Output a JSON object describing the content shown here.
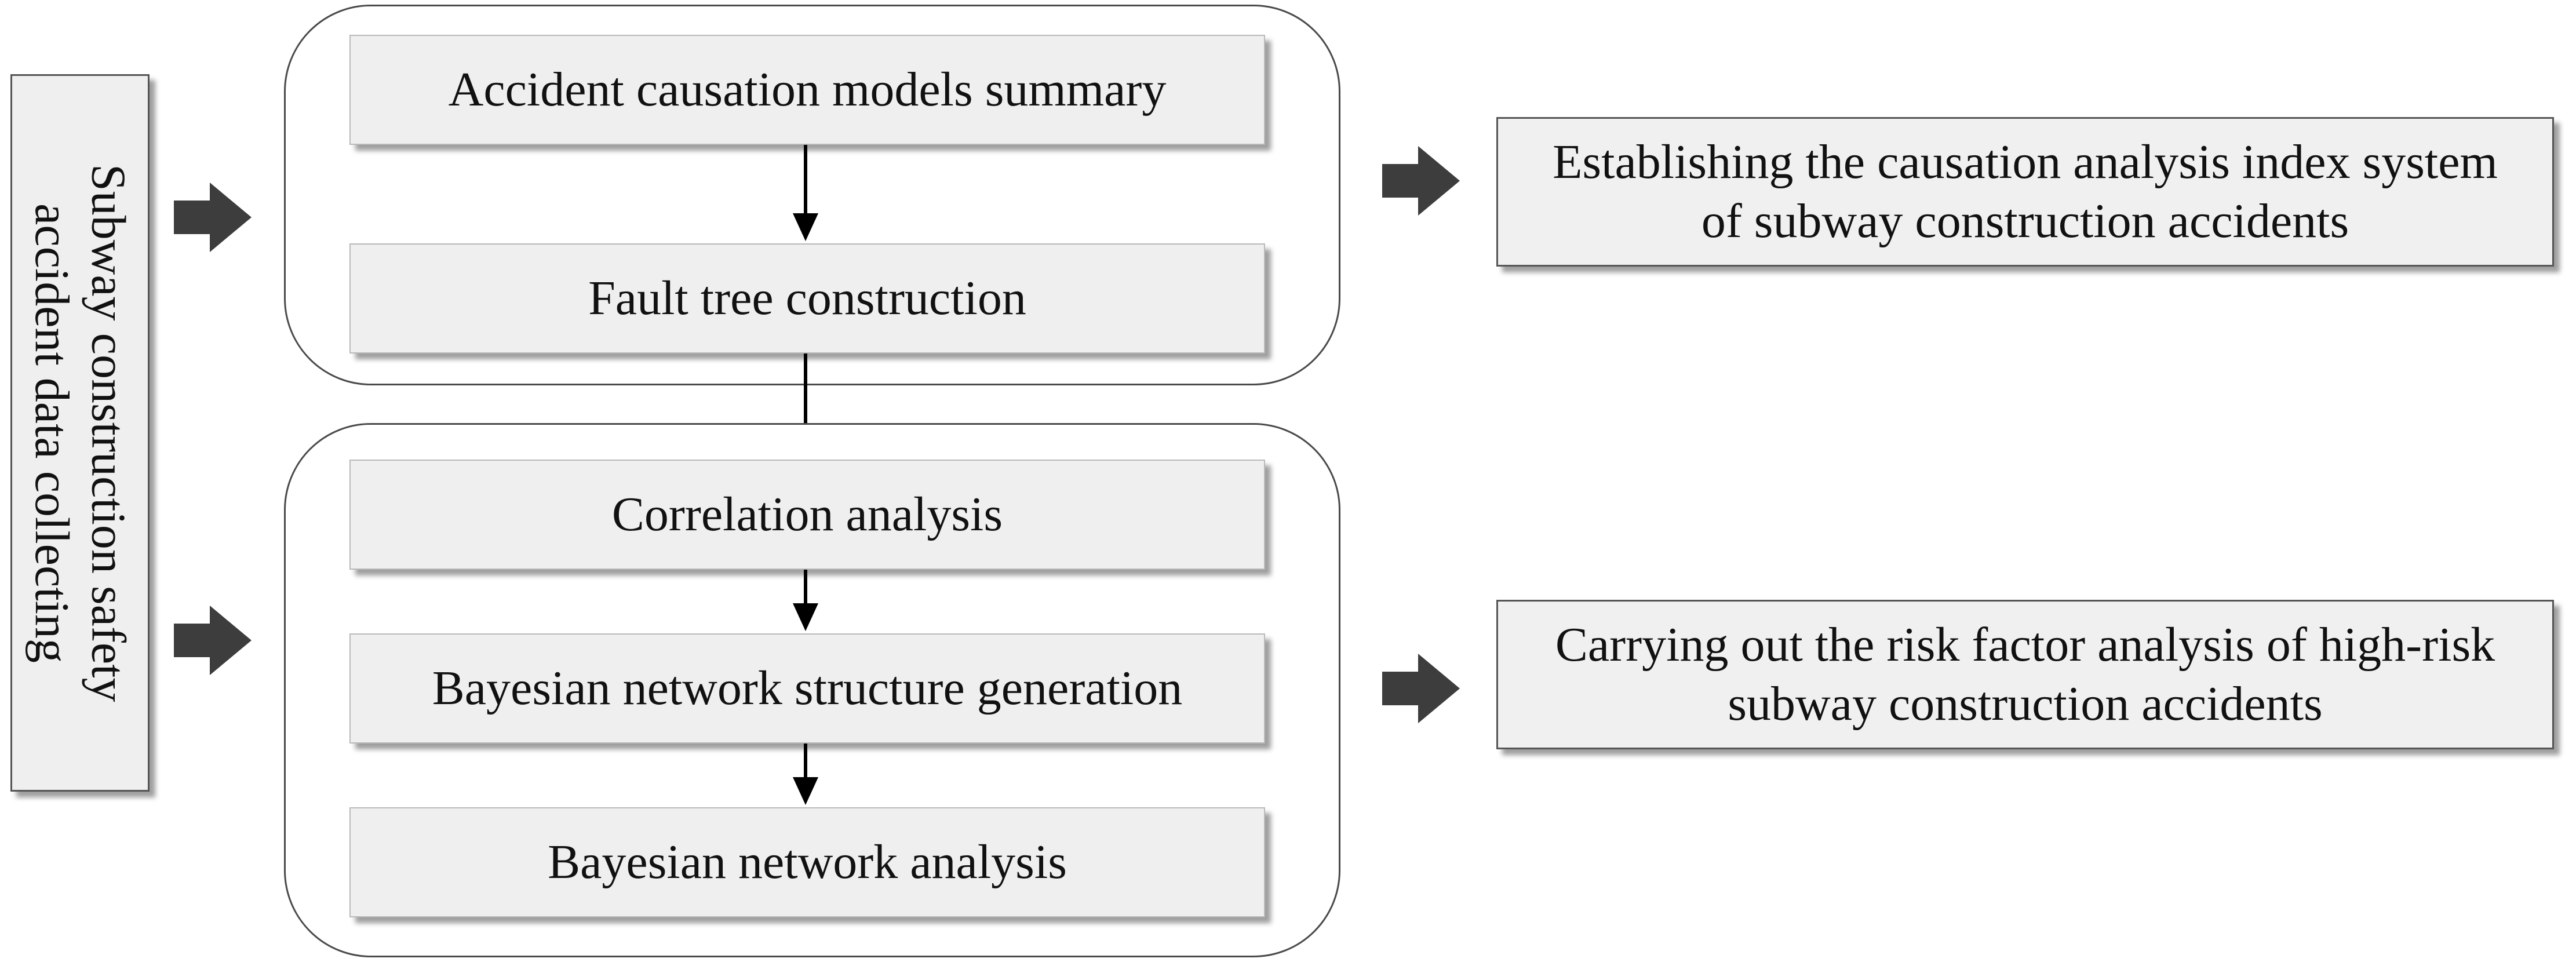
{
  "diagram": {
    "side_label": "Subway construction safety accident data collecting",
    "group_1": {
      "steps": [
        "Accident causation models summary",
        "Fault tree construction"
      ]
    },
    "group_2": {
      "steps": [
        "Correlation analysis",
        "Bayesian network structure generation",
        "Bayesian network analysis"
      ]
    },
    "outputs": [
      "Establishing the causation analysis index system of subway construction accidents",
      "Carrying out the risk factor analysis of high-risk subway construction accidents"
    ]
  }
}
